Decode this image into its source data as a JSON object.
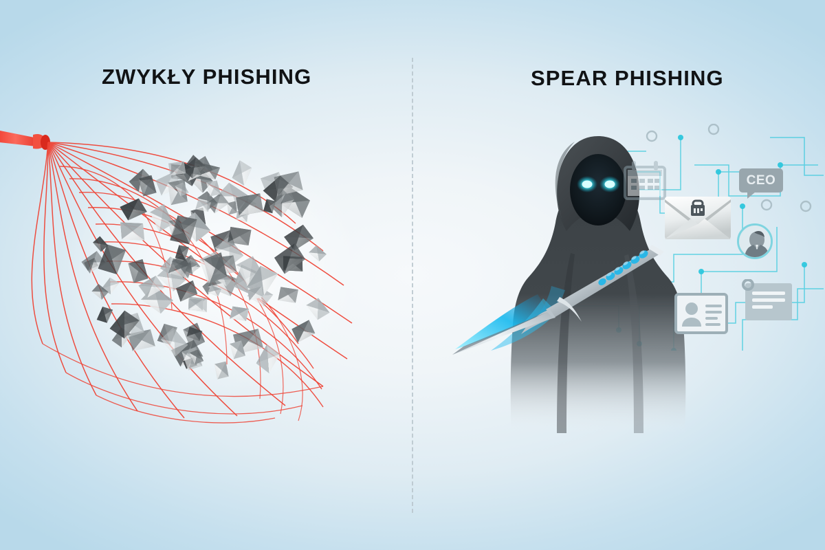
{
  "page": {
    "kind": "infographic",
    "theme": "phishing-comparison",
    "background_colors": {
      "edge": "#bcdcec",
      "center": "#f6f9fb"
    }
  },
  "divider": {
    "name": "vertical-dashed-divider",
    "style": "dashed",
    "color": "#b9c6cd"
  },
  "panels": {
    "left": {
      "title": "ZWYKŁY PHISHING",
      "illustration": "red-fishing-net-catching-many-grey-envelopes",
      "accent_color": "#f0453a",
      "envelope_count_visible": 96
    },
    "right": {
      "title": "SPEAR PHISHING",
      "illustration": "hooded-figure-holding-glowing-spear-with-targeted-data-icons",
      "accent_color": "#25c6e8",
      "figure": {
        "name": "hooded-attacker",
        "eye_color": "#2fe6f2",
        "robe_color": "#3d4246"
      },
      "spear": {
        "name": "spear-weapon",
        "blade_color": "#d9e2e8",
        "glow_color": "#18b4ea"
      },
      "icons": [
        {
          "name": "calendar-icon",
          "label": ""
        },
        {
          "name": "mail-envelope-icon",
          "label": ""
        },
        {
          "name": "ceo-speech-bubble",
          "label": "CEO"
        },
        {
          "name": "person-avatar-icon",
          "label": ""
        },
        {
          "name": "id-card-icon",
          "label": ""
        },
        {
          "name": "document-icon",
          "label": ""
        }
      ]
    }
  }
}
